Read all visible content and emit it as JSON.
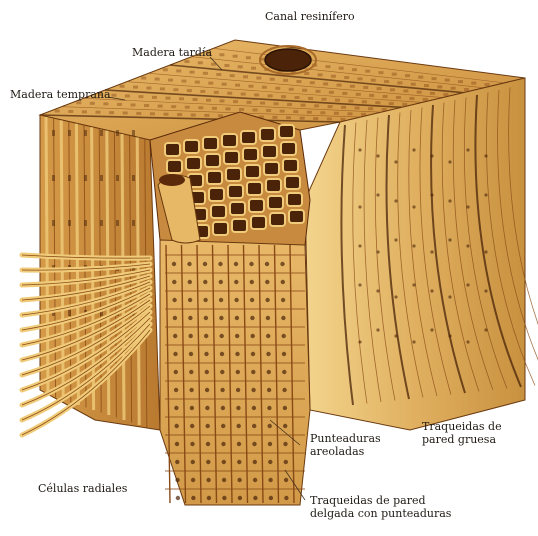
{
  "labels": {
    "canal_resinifero": "Canal resinífero",
    "madera_tardia": "Madera tardía",
    "madera_temprana": "Madera temprana",
    "celulas_radiales": "Células radiales",
    "punteaduras_areoladas": [
      "Punteaduras",
      "areoladas"
    ],
    "traqueidas_pared_gruesa": [
      "Traqueidas de",
      "pared gruesa"
    ],
    "traqueidas_pared_delgada": [
      "Traqueidas de pared",
      "delgada con punteaduras"
    ]
  },
  "colors": {
    "background": "#ffffff",
    "wood_light": "#f0cc7a",
    "wood_mid": "#d9a24e",
    "wood_dark": "#8a4a16",
    "wood_darkest": "#4a2308"
  }
}
